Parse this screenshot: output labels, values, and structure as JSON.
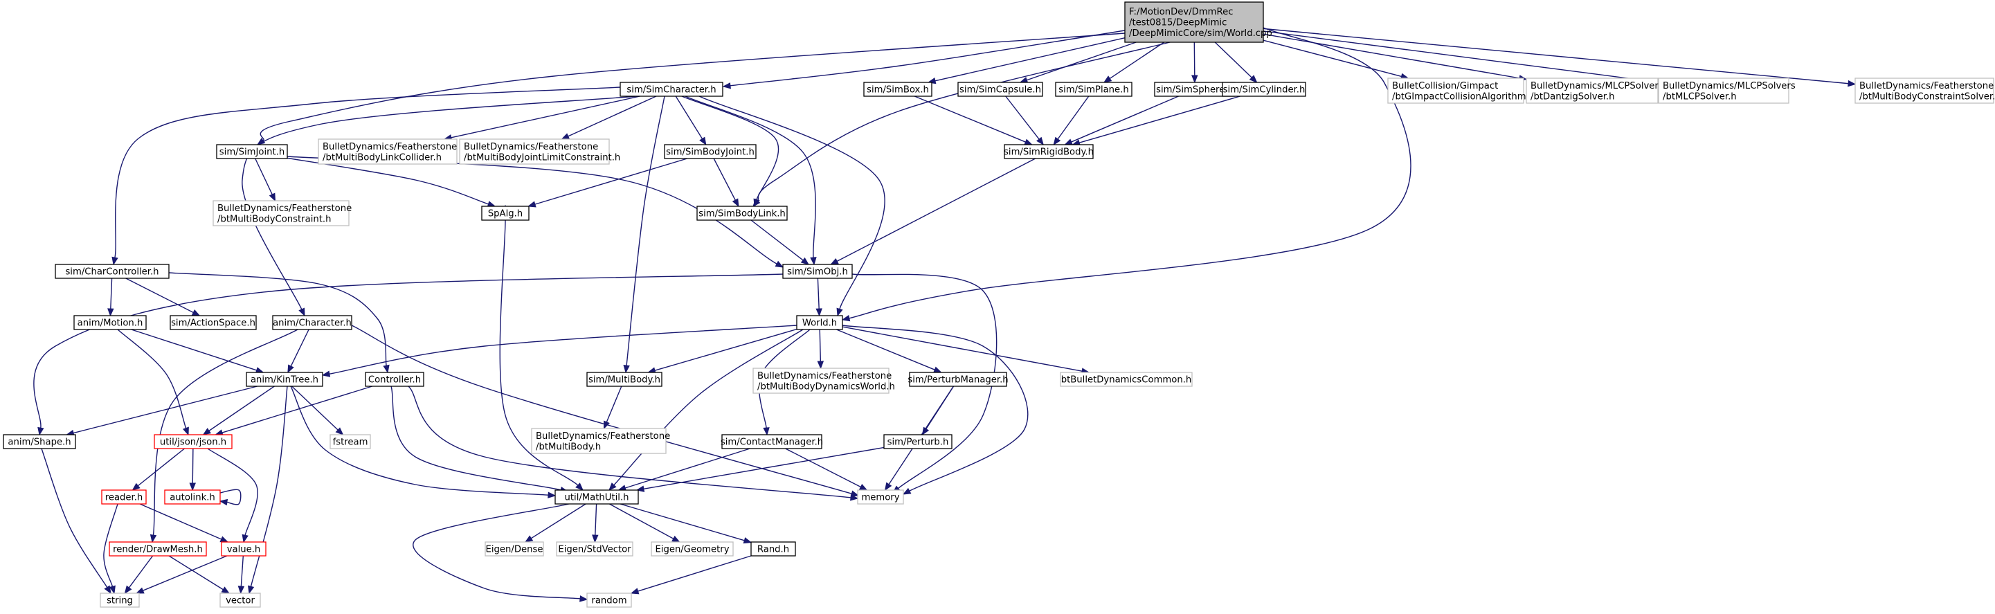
{
  "diagram": {
    "type": "include-dependency-graph",
    "nodes": [
      {
        "id": "world_cpp",
        "kind": "main",
        "lines": [
          "F:/MotionDev/DmmRec",
          "/test0815/DeepMimic",
          "/DeepMimicCore/sim/World.cpp"
        ]
      },
      {
        "id": "simcharacter",
        "kind": "normal",
        "lines": [
          "sim/SimCharacter.h"
        ]
      },
      {
        "id": "simbox",
        "kind": "normal",
        "lines": [
          "sim/SimBox.h"
        ]
      },
      {
        "id": "simcapsule",
        "kind": "normal",
        "lines": [
          "sim/SimCapsule.h"
        ]
      },
      {
        "id": "simplane",
        "kind": "normal",
        "lines": [
          "sim/SimPlane.h"
        ]
      },
      {
        "id": "simsphere",
        "kind": "normal",
        "lines": [
          "sim/SimSphere.h"
        ]
      },
      {
        "id": "simcylinder",
        "kind": "normal",
        "lines": [
          "sim/SimCylinder.h"
        ]
      },
      {
        "id": "gimpact",
        "kind": "ext",
        "lines": [
          "BulletCollision/Gimpact",
          "/btGImpactCollisionAlgorithm.h"
        ]
      },
      {
        "id": "dantzig",
        "kind": "ext",
        "lines": [
          "BulletDynamics/MLCPSolvers",
          "/btDantzigSolver.h"
        ]
      },
      {
        "id": "mlcp",
        "kind": "ext",
        "lines": [
          "BulletDynamics/MLCPSolvers",
          "/btMLCPSolver.h"
        ]
      },
      {
        "id": "mbconstraintsolver",
        "kind": "ext",
        "lines": [
          "BulletDynamics/Featherstone",
          "/btMultiBodyConstraintSolver.h"
        ]
      },
      {
        "id": "simjoint",
        "kind": "normal",
        "lines": [
          "sim/SimJoint.h"
        ]
      },
      {
        "id": "linkcollider",
        "kind": "ext",
        "lines": [
          "BulletDynamics/Featherstone",
          "/btMultiBodyLinkCollider.h"
        ]
      },
      {
        "id": "jointlimit",
        "kind": "ext",
        "lines": [
          "BulletDynamics/Featherstone",
          "/btMultiBodyJointLimitConstraint.h"
        ]
      },
      {
        "id": "simbodyjoint",
        "kind": "normal",
        "lines": [
          "sim/SimBodyJoint.h"
        ]
      },
      {
        "id": "simrigidbody",
        "kind": "normal",
        "lines": [
          "sim/SimRigidBody.h"
        ]
      },
      {
        "id": "mbconstraint",
        "kind": "ext",
        "lines": [
          "BulletDynamics/Featherstone",
          "/btMultiBodyConstraint.h"
        ]
      },
      {
        "id": "spalg",
        "kind": "normal",
        "lines": [
          "SpAlg.h"
        ]
      },
      {
        "id": "simbodylink",
        "kind": "normal",
        "lines": [
          "sim/SimBodyLink.h"
        ]
      },
      {
        "id": "charcontroller",
        "kind": "normal",
        "lines": [
          "sim/CharController.h"
        ]
      },
      {
        "id": "simobj",
        "kind": "normal",
        "lines": [
          "sim/SimObj.h"
        ]
      },
      {
        "id": "motion",
        "kind": "normal",
        "lines": [
          "anim/Motion.h"
        ]
      },
      {
        "id": "actionspace",
        "kind": "normal",
        "lines": [
          "sim/ActionSpace.h"
        ]
      },
      {
        "id": "character",
        "kind": "normal",
        "lines": [
          "anim/Character.h"
        ]
      },
      {
        "id": "worldh",
        "kind": "normal",
        "lines": [
          "World.h"
        ]
      },
      {
        "id": "kintree",
        "kind": "normal",
        "lines": [
          "anim/KinTree.h"
        ]
      },
      {
        "id": "controller",
        "kind": "normal",
        "lines": [
          "Controller.h"
        ]
      },
      {
        "id": "multibody",
        "kind": "normal",
        "lines": [
          "sim/MultiBody.h"
        ]
      },
      {
        "id": "mbdworld",
        "kind": "ext",
        "lines": [
          "BulletDynamics/Featherstone",
          "/btMultiBodyDynamicsWorld.h"
        ]
      },
      {
        "id": "perturbmanager",
        "kind": "normal",
        "lines": [
          "sim/PerturbManager.h"
        ]
      },
      {
        "id": "btcommon",
        "kind": "ext",
        "lines": [
          "btBulletDynamicsCommon.h"
        ]
      },
      {
        "id": "shape",
        "kind": "normal",
        "lines": [
          "anim/Shape.h"
        ]
      },
      {
        "id": "json",
        "kind": "red",
        "lines": [
          "util/json/json.h"
        ]
      },
      {
        "id": "fstream",
        "kind": "ext",
        "lines": [
          "fstream"
        ]
      },
      {
        "id": "btmultibody",
        "kind": "ext",
        "lines": [
          "BulletDynamics/Featherstone",
          "/btMultiBody.h"
        ]
      },
      {
        "id": "contactmanager",
        "kind": "normal",
        "lines": [
          "sim/ContactManager.h"
        ]
      },
      {
        "id": "perturb",
        "kind": "normal",
        "lines": [
          "sim/Perturb.h"
        ]
      },
      {
        "id": "reader",
        "kind": "red",
        "lines": [
          "reader.h"
        ]
      },
      {
        "id": "autolink",
        "kind": "red",
        "lines": [
          "autolink.h"
        ]
      },
      {
        "id": "mathutil",
        "kind": "normal",
        "lines": [
          "util/MathUtil.h"
        ]
      },
      {
        "id": "memory",
        "kind": "ext",
        "lines": [
          "memory"
        ]
      },
      {
        "id": "drawmesh",
        "kind": "red",
        "lines": [
          "render/DrawMesh.h"
        ]
      },
      {
        "id": "valueh",
        "kind": "red",
        "lines": [
          "value.h"
        ]
      },
      {
        "id": "eigendense",
        "kind": "ext",
        "lines": [
          "Eigen/Dense"
        ]
      },
      {
        "id": "eigenstdvector",
        "kind": "ext",
        "lines": [
          "Eigen/StdVector"
        ]
      },
      {
        "id": "eigengeometry",
        "kind": "ext",
        "lines": [
          "Eigen/Geometry"
        ]
      },
      {
        "id": "rand",
        "kind": "normal",
        "lines": [
          "Rand.h"
        ]
      },
      {
        "id": "string",
        "kind": "ext",
        "lines": [
          "string"
        ]
      },
      {
        "id": "vector",
        "kind": "ext",
        "lines": [
          "vector"
        ]
      },
      {
        "id": "random",
        "kind": "ext",
        "lines": [
          "random"
        ]
      }
    ],
    "edges": [
      [
        "world_cpp",
        "simcharacter"
      ],
      [
        "world_cpp",
        "simbox"
      ],
      [
        "world_cpp",
        "simcapsule"
      ],
      [
        "world_cpp",
        "simplane"
      ],
      [
        "world_cpp",
        "simsphere"
      ],
      [
        "world_cpp",
        "simcylinder"
      ],
      [
        "world_cpp",
        "gimpact"
      ],
      [
        "world_cpp",
        "dantzig"
      ],
      [
        "world_cpp",
        "mlcp"
      ],
      [
        "world_cpp",
        "mbconstraintsolver"
      ],
      [
        "world_cpp",
        "simjoint"
      ],
      [
        "world_cpp",
        "simbodylink"
      ],
      [
        "world_cpp",
        "worldh"
      ],
      [
        "simcharacter",
        "charcontroller"
      ],
      [
        "simcharacter",
        "character"
      ],
      [
        "simcharacter",
        "linkcollider"
      ],
      [
        "simcharacter",
        "jointlimit"
      ],
      [
        "simcharacter",
        "simbodyjoint"
      ],
      [
        "simcharacter",
        "simbodylink"
      ],
      [
        "simcharacter",
        "simobj"
      ],
      [
        "simcharacter",
        "multibody"
      ],
      [
        "simcharacter",
        "worldh"
      ],
      [
        "simbox",
        "simrigidbody"
      ],
      [
        "simcapsule",
        "simrigidbody"
      ],
      [
        "simplane",
        "simrigidbody"
      ],
      [
        "simsphere",
        "simrigidbody"
      ],
      [
        "simcylinder",
        "simrigidbody"
      ],
      [
        "simrigidbody",
        "simobj"
      ],
      [
        "simjoint",
        "mbconstraint"
      ],
      [
        "simjoint",
        "spalg"
      ],
      [
        "simjoint",
        "simobj"
      ],
      [
        "simbodyjoint",
        "spalg"
      ],
      [
        "simbodyjoint",
        "simbodylink"
      ],
      [
        "simbodylink",
        "simobj"
      ],
      [
        "spalg",
        "mathutil"
      ],
      [
        "simobj",
        "shape"
      ],
      [
        "simobj",
        "worldh"
      ],
      [
        "simobj",
        "memory"
      ],
      [
        "charcontroller",
        "motion"
      ],
      [
        "charcontroller",
        "actionspace"
      ],
      [
        "charcontroller",
        "controller"
      ],
      [
        "motion",
        "kintree"
      ],
      [
        "motion",
        "json"
      ],
      [
        "character",
        "kintree"
      ],
      [
        "character",
        "drawmesh"
      ],
      [
        "character",
        "memory"
      ],
      [
        "worldh",
        "kintree"
      ],
      [
        "worldh",
        "multibody"
      ],
      [
        "worldh",
        "mbdworld"
      ],
      [
        "worldh",
        "perturbmanager"
      ],
      [
        "worldh",
        "btcommon"
      ],
      [
        "worldh",
        "contactmanager"
      ],
      [
        "worldh",
        "mathutil"
      ],
      [
        "worldh",
        "memory"
      ],
      [
        "kintree",
        "shape"
      ],
      [
        "kintree",
        "json"
      ],
      [
        "kintree",
        "fstream"
      ],
      [
        "kintree",
        "mathutil"
      ],
      [
        "kintree",
        "vector"
      ],
      [
        "controller",
        "json"
      ],
      [
        "controller",
        "mathutil"
      ],
      [
        "controller",
        "memory"
      ],
      [
        "multibody",
        "btmultibody"
      ],
      [
        "perturbmanager",
        "perturb"
      ],
      [
        "perturbmanager",
        "memory"
      ],
      [
        "perturb",
        "mathutil"
      ],
      [
        "contactmanager",
        "mathutil"
      ],
      [
        "contactmanager",
        "memory"
      ],
      [
        "shape",
        "string"
      ],
      [
        "json",
        "reader"
      ],
      [
        "json",
        "autolink"
      ],
      [
        "json",
        "valueh"
      ],
      [
        "autolink",
        "autolink"
      ],
      [
        "reader",
        "valueh"
      ],
      [
        "reader",
        "string"
      ],
      [
        "drawmesh",
        "string"
      ],
      [
        "drawmesh",
        "vector"
      ],
      [
        "valueh",
        "string"
      ],
      [
        "valueh",
        "vector"
      ],
      [
        "mathutil",
        "eigendense"
      ],
      [
        "mathutil",
        "eigenstdvector"
      ],
      [
        "mathutil",
        "eigengeometry"
      ],
      [
        "mathutil",
        "rand"
      ],
      [
        "mathutil",
        "random"
      ],
      [
        "rand",
        "random"
      ]
    ]
  }
}
